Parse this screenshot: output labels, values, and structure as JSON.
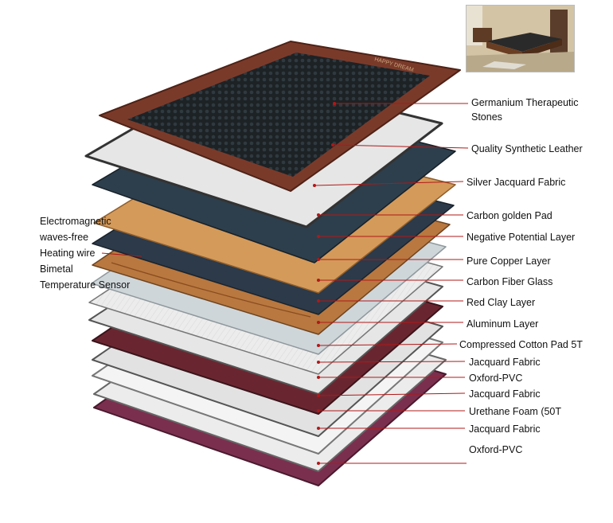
{
  "colors": {
    "leather": "#7a3a2a",
    "stones": "#1f2326",
    "silver": "#e6e6e6",
    "navy": "#2c3a4a",
    "golden": "#d49a5a",
    "copper": "#b8783f",
    "red_clay": "#6a2630",
    "aluminum": "#cfd6da",
    "plum": "#7b2f4e",
    "line": "#b01818"
  },
  "left_labels": [
    "Electromagnetic",
    "waves-free",
    "Heating wire",
    "Bimetal",
    "Temperature Sensor"
  ],
  "right_labels": [
    "Germanium Therapeutic",
    "Stones",
    "Quality Synthetic Leather",
    "Silver Jacquard Fabric",
    "Carbon golden Pad",
    "Negative Potential Layer",
    "Pure Copper Layer",
    "Carbon Fiber Glass",
    "Red Clay Layer",
    "Aluminum Layer",
    "Compressed Cotton Pad 5T",
    "Jacquard Fabric",
    "Oxford-PVC",
    "Jacquard Fabric",
    "Urethane Foam (50T",
    "Jacquard Fabric",
    "Oxford-PVC"
  ],
  "mat_brand_text": "HAPPY DREAM"
}
